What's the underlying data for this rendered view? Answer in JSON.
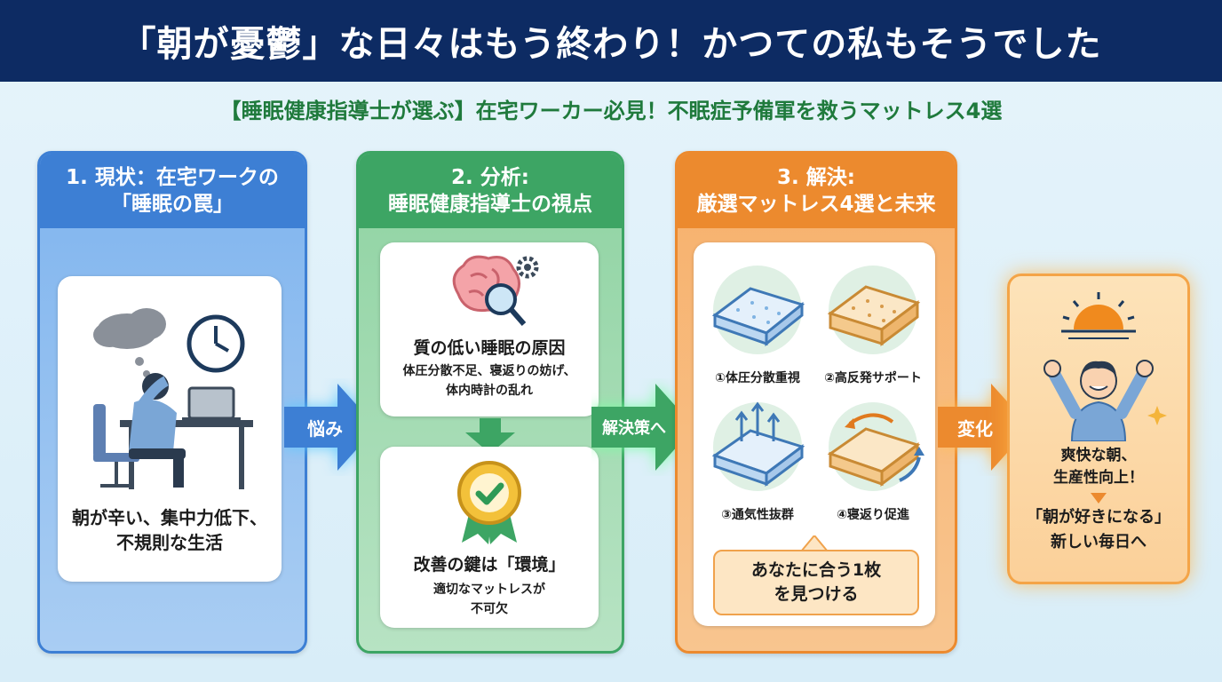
{
  "header": {
    "title": "「朝が憂鬱」な日々はもう終わり！かつての私もそうでした"
  },
  "subtitle": "【睡眠健康指導士が選ぶ】在宅ワーカー必見！不眠症予備軍を救うマットレス4選",
  "panel1": {
    "title_line1": "1. 現状：在宅ワークの",
    "title_line2": "「睡眠の罠」",
    "text_line1": "朝が辛い、集中力低下、",
    "text_line2": "不規則な生活"
  },
  "arrow1": {
    "label": "悩み"
  },
  "panel2": {
    "title_line1": "2. 分析:",
    "title_line2": "睡眠健康指導士の視点",
    "card1": {
      "heading": "質の低い睡眠の原因",
      "text_line1": "体圧分散不足、寝返りの妨げ、",
      "text_line2": "体内時計の乱れ"
    },
    "card2": {
      "heading": "改善の鍵は「環境」",
      "text_line1": "適切なマットレスが",
      "text_line2": "不可欠"
    }
  },
  "arrow2": {
    "label": "解決策へ"
  },
  "panel3": {
    "title_line1": "3. 解決:",
    "title_line2": "厳選マットレス4選と未来",
    "items": [
      {
        "label": "①体圧分散重視"
      },
      {
        "label": "②高反発サポート"
      },
      {
        "label": "③通気性抜群"
      },
      {
        "label": "④寝返り促進"
      }
    ],
    "bubble_line1": "あなたに合う1枚",
    "bubble_line2": "を見つける"
  },
  "arrow3": {
    "label": "変化"
  },
  "outcome": {
    "line1": "爽快な朝、",
    "line2": "生産性向上！",
    "line3": "「朝が好きになる」",
    "line4": "新しい毎日へ"
  },
  "colors": {
    "header_bg": "#0d2b63",
    "subtitle_text": "#1f7a3c",
    "blue": "#3d7fd4",
    "green": "#3da564",
    "orange": "#ec8a2e"
  }
}
